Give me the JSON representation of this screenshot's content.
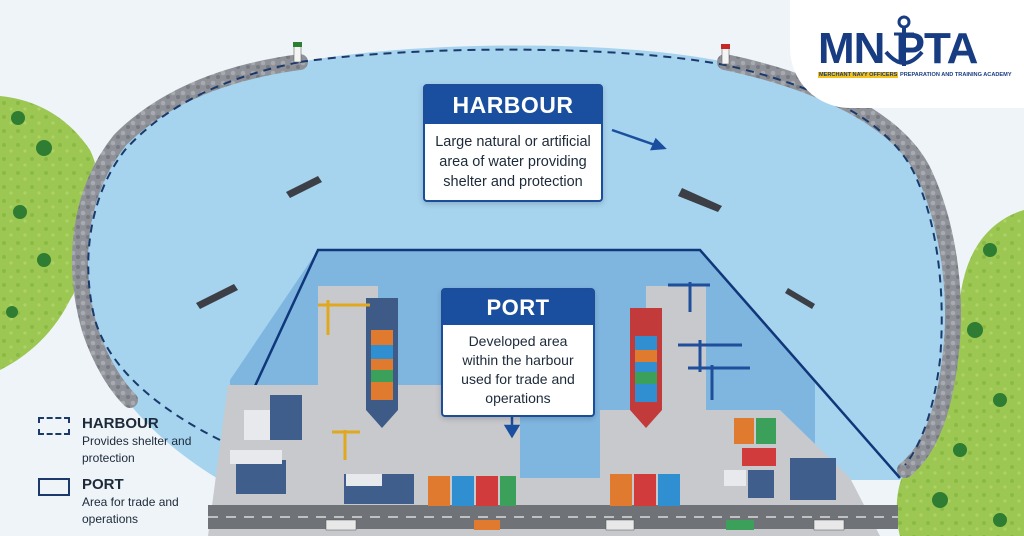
{
  "harbour": {
    "title": "HARBOUR",
    "description": "Large natural or artificial area of water providing shelter and protection"
  },
  "port": {
    "title": "PORT",
    "description": "Developed area within the harbour used for trade and operations"
  },
  "legend": {
    "harbour": {
      "title": "HARBOUR",
      "desc": "Provides shelter and protection"
    },
    "port": {
      "title": "PORT",
      "desc": "Area for trade and operations"
    }
  },
  "logo": {
    "text": "MN PTA",
    "sub_highlight": "MERCHANT NAVY OFFICERS",
    "sub_rest": "PREPARATION AND TRAINING ACADEMY"
  },
  "colors": {
    "accent": "#1a4fa0",
    "water": "#a6d3ee",
    "port_water": "#7fb6e0",
    "land": "#9cc753",
    "highlight": "#f4c21a"
  },
  "icons": [
    "anchor-icon",
    "bird-icon",
    "lighthouse-icon",
    "crane-icon",
    "ship-icon",
    "container-icon",
    "truck-icon",
    "tree-icon"
  ]
}
